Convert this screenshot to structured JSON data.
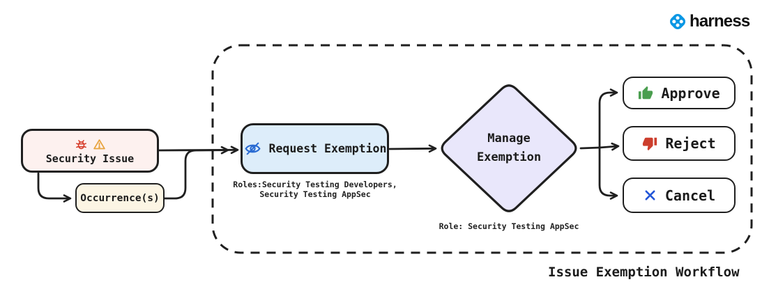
{
  "brand": {
    "name": "harness"
  },
  "workflow": {
    "container_label": "Issue Exemption Workflow",
    "nodes": {
      "security_issue": {
        "label": "Security Issue",
        "icons": [
          "bug-icon",
          "warning-icon"
        ]
      },
      "occurrence": {
        "label": "Occurrence(s)"
      },
      "request_exemption": {
        "label": "Request Exemption",
        "icon": "eye-slash-icon",
        "roles_line1": "Roles:Security Testing Developers,",
        "roles_line2": "Security Testing AppSec"
      },
      "manage_exemption": {
        "label_line1": "Manage",
        "label_line2": "Exemption",
        "role_note": "Role: Security Testing AppSec"
      },
      "approve": {
        "label": "Approve",
        "icon": "thumbs-up-icon"
      },
      "reject": {
        "label": "Reject",
        "icon": "thumbs-down-icon"
      },
      "cancel": {
        "label": "Cancel",
        "icon": "x-icon"
      }
    },
    "edges": [
      {
        "from": "security-issue",
        "to": "occurrence"
      },
      {
        "from": "security-issue",
        "to": "request-exemption"
      },
      {
        "from": "occurrence",
        "to": "request-exemption"
      },
      {
        "from": "request-exemption",
        "to": "manage-exemption"
      },
      {
        "from": "manage-exemption",
        "to": "approve"
      },
      {
        "from": "manage-exemption",
        "to": "reject"
      },
      {
        "from": "manage-exemption",
        "to": "cancel"
      }
    ]
  },
  "colors": {
    "security_issue_fill": "#fdf1ef",
    "occurrence_fill": "#fcf5e4",
    "request_exemption_fill": "#ddedfa",
    "manage_exemption_fill": "#e9e7fb",
    "outcome_fill": "#ffffff",
    "stroke": "#1f1f1f",
    "bug_red": "#d63d2a",
    "warning_orange": "#e8a33d",
    "eye_blue": "#2a6bd2",
    "approve_green": "#4a9e4f",
    "reject_red": "#cc3e2d",
    "cancel_blue": "#2356d8",
    "harness_blue": "#0a97e4"
  }
}
